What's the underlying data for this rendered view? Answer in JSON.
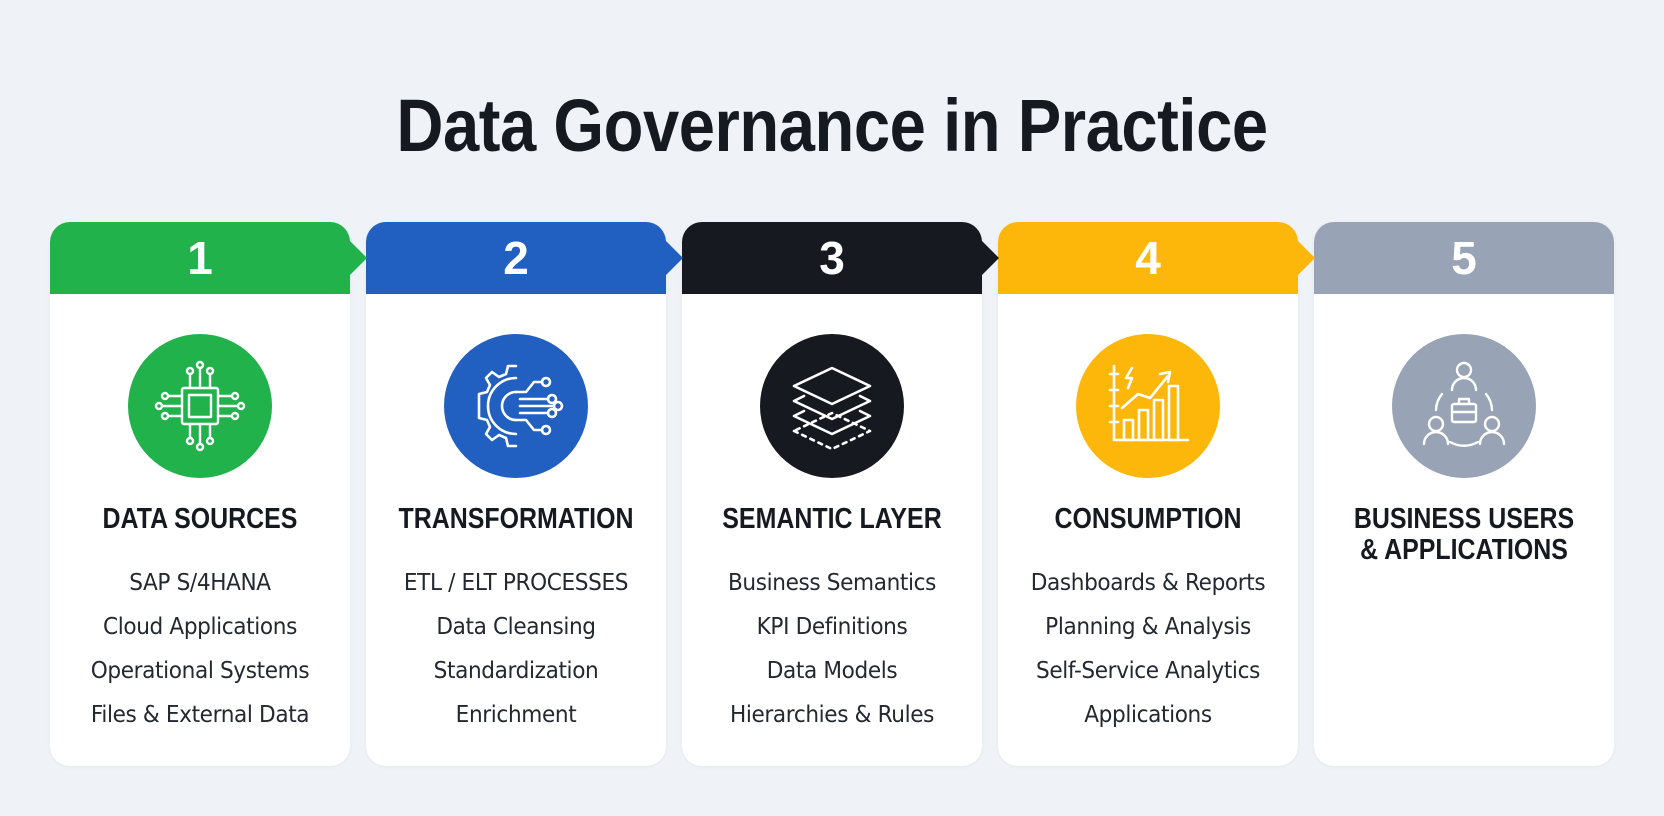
{
  "title": "Data Governance in Practice",
  "colors": {
    "background": "#eff3f8",
    "green": "#22b24c",
    "blue": "#2160c0",
    "black": "#161a20",
    "yellow": "#fdb70b",
    "gray": "#98a4b5"
  },
  "steps": [
    {
      "number": "1",
      "title": "DATA SOURCES",
      "icon": "cpu-chip-icon",
      "color": "#22b24c",
      "items": [
        "SAP S/4HANA",
        "Cloud Applications",
        "Operational Systems",
        "Files & External Data"
      ]
    },
    {
      "number": "2",
      "title": "TRANSFORMATION",
      "icon": "gear-circuit-icon",
      "color": "#2160c0",
      "items": [
        "ETL / ELT PROCESSES",
        "Data Cleansing",
        "Standardization",
        "Enrichment"
      ]
    },
    {
      "number": "3",
      "title": "SEMANTIC LAYER",
      "icon": "layers-icon",
      "color": "#161a20",
      "items": [
        "Business Semantics",
        "KPI Definitions",
        "Data Models",
        "Hierarchies & Rules"
      ]
    },
    {
      "number": "4",
      "title": "CONSUMPTION",
      "icon": "bar-chart-growth-icon",
      "color": "#fdb70b",
      "items": [
        "Dashboards & Reports",
        "Planning & Analysis",
        "Self-Service Analytics",
        "Applications"
      ]
    },
    {
      "number": "5",
      "title_line1": "BUSINESS USERS",
      "title_line2": "& APPLICATIONS",
      "icon": "users-network-icon",
      "color": "#98a4b5",
      "items": []
    }
  ]
}
